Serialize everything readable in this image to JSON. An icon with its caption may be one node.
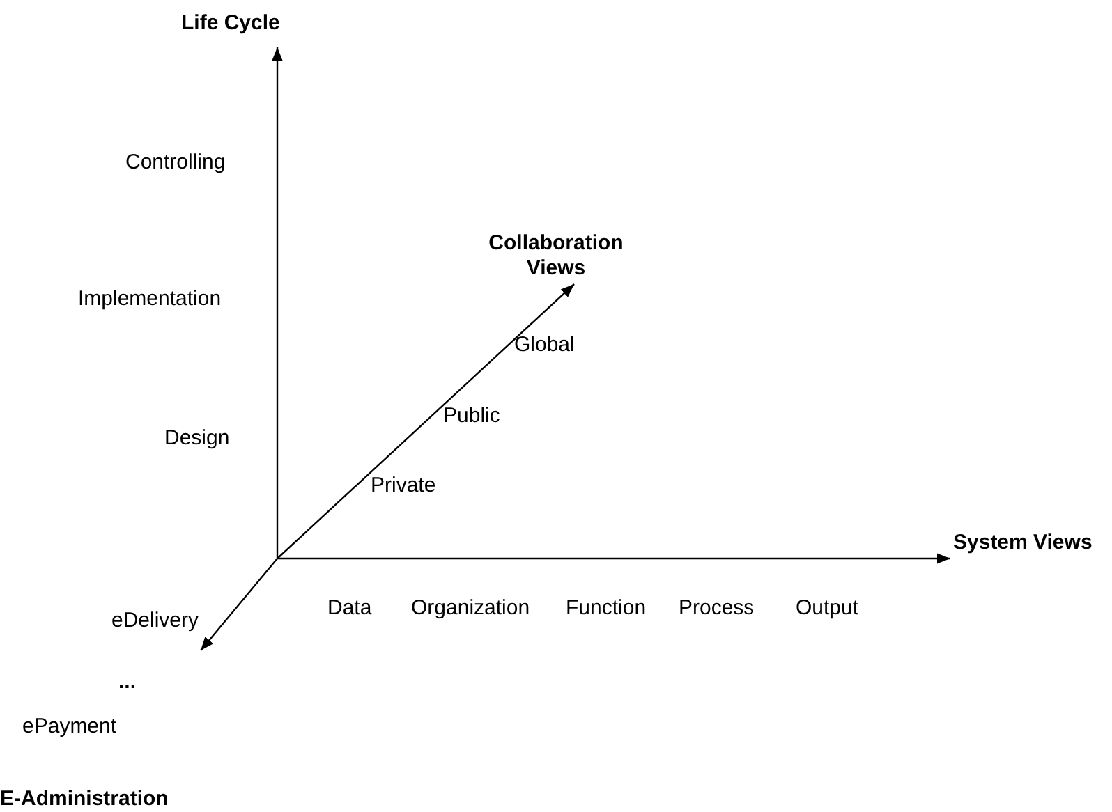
{
  "diagram": {
    "labels": [
      "Life Cycle",
      "Controlling",
      "Collaboration Views",
      "Implementation",
      "Global",
      "Public",
      "Design",
      "Private",
      "System Views",
      "Data",
      "Organization",
      "Function",
      "Process",
      "Output",
      "eDelivery",
      "...",
      "ePayment",
      "E-Administration"
    ]
  }
}
